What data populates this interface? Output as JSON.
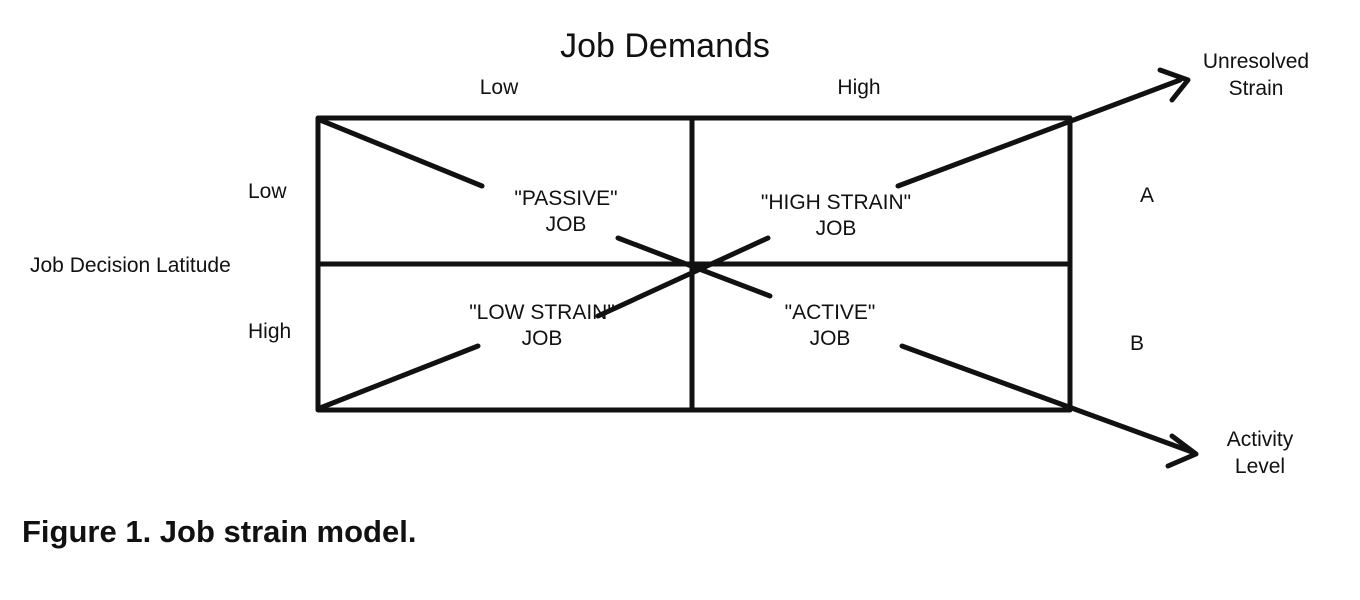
{
  "diagram": {
    "title": "Job Demands",
    "columns": {
      "low": "Low",
      "high": "High"
    },
    "row_axis_label": "Job Decision Latitude",
    "rows": {
      "low": "Low",
      "high": "High"
    },
    "quadrants": {
      "passive": {
        "line1": "\"PASSIVE\"",
        "line2": "JOB"
      },
      "high_strain": {
        "line1": "\"HIGH STRAIN\"",
        "line2": "JOB"
      },
      "low_strain": {
        "line1": "\"LOW STRAIN\"",
        "line2": "JOB"
      },
      "active": {
        "line1": "\"ACTIVE\"",
        "line2": "JOB"
      }
    },
    "diagonals": {
      "a_label": "A",
      "b_label": "B",
      "unresolved_strain": {
        "line1": "Unresolved",
        "line2": "Strain"
      },
      "activity_level": {
        "line1": "Activity",
        "line2": "Level"
      }
    },
    "caption": "Figure 1. Job strain model."
  }
}
